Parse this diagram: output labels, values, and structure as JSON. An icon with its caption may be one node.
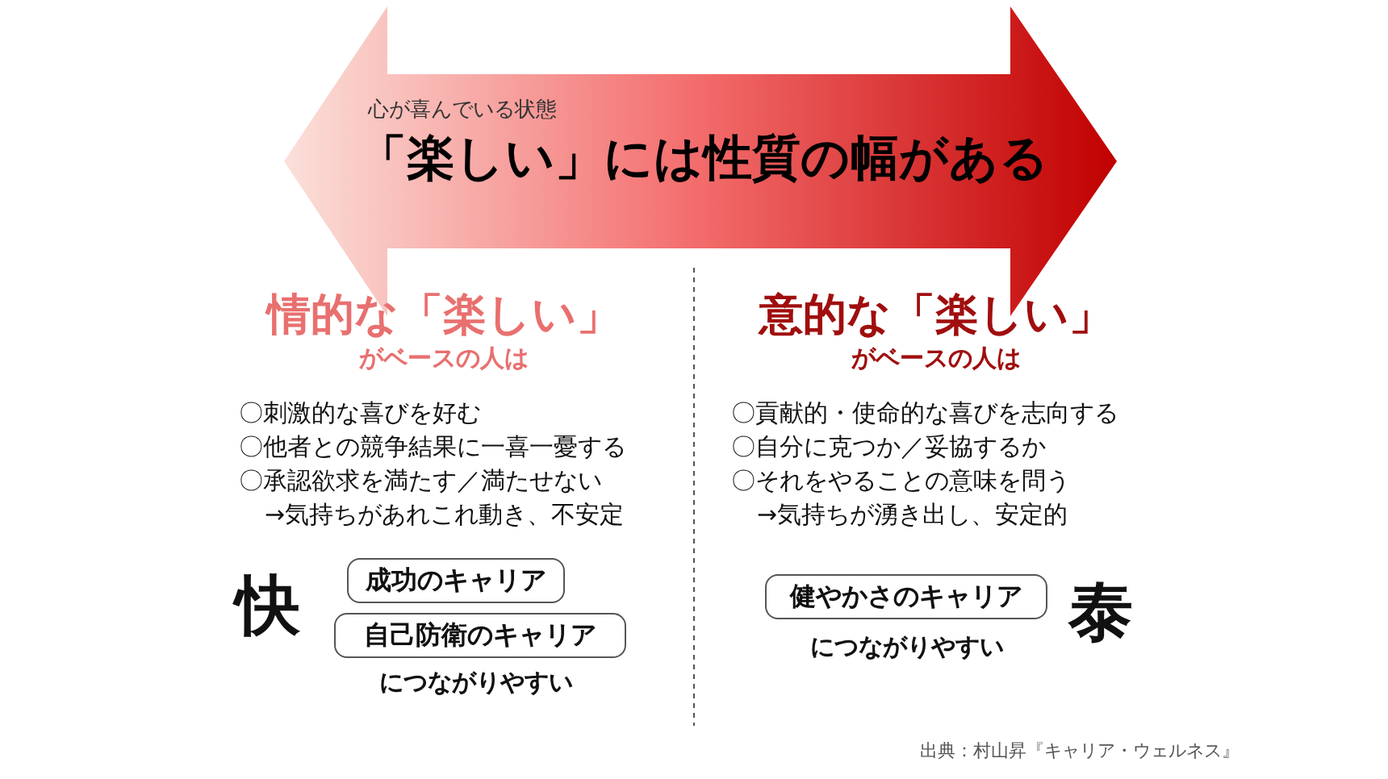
{
  "diagram": {
    "nodes": [
      {
        "text": [
          "心が喜んでいる状態",
          "「楽しい」には性質の幅がある"
        ]
      },
      {
        "text": [
          "成功のキャリア"
        ]
      },
      {
        "text": [
          "自己防衛のキャリア"
        ]
      },
      {
        "text": [
          "健やかさのキャリア"
        ]
      }
    ],
    "labels": [
      "情的な「楽しい」",
      "がベースの人は",
      "〇刺激的な喜びを好む",
      "〇他者との競争結果に一喜一憂する",
      "〇承認欲求を満たす／満たせない",
      "→気持ちがあれこれ動き、不安定",
      "快",
      "につながりやすい",
      "意的な「楽しい」",
      "がベースの人は",
      "〇貢献的・使命的な喜びを志向する",
      "〇自分に克つか／妥協するか",
      "〇それをやることの意味を問う",
      "→気持ちが湧き出し、安定的",
      "泰",
      "につながりやすい",
      "出典：村山昇『キャリア・ウェルネス』"
    ]
  }
}
